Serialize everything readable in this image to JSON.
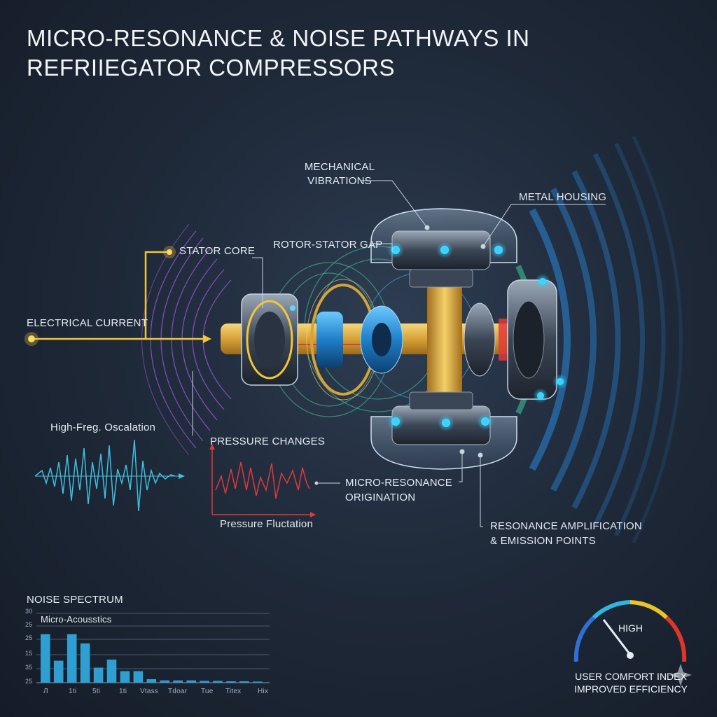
{
  "title": {
    "line1": "MICRO-RESONANCE & NOISE PATHWAYS IN",
    "line2": "REFRIIEGATOR COMPRESSORS"
  },
  "labels": {
    "mechanical_vibrations_1": "MECHANICAL",
    "mechanical_vibrations_2": "VIBRATIONS",
    "metal_housing": "METAL HOUSING",
    "rotor_stator_gap": "ROTOR-STATOR GAP",
    "stator_core": "STATOR CORE",
    "electrical_current": "ELECTRICAL CURRENT",
    "high_freq_oscillation": "High-Freg. Oscalation",
    "pressure_changes": "PRESSURE CHANGES",
    "pressure_fluctuation": "Pressure Fluctation",
    "micro_resonance_1": "MICRO-RESONANCE",
    "micro_resonance_2": "ORIGINATION",
    "resonance_amp_1": "RESONANCE AMPLIFICATION",
    "resonance_amp_2": "& EMISSION POINTS"
  },
  "noise_spectrum": {
    "title": "NOISE SPECTRUM",
    "subtitle": "Micro-Acousstics",
    "y_ticks": [
      "30",
      "25",
      "25",
      "15",
      "35",
      "25"
    ],
    "x_ticks": [
      "Л",
      "1ti",
      "5ti",
      "1ti",
      "Vtass",
      "Tdoar",
      "Tue",
      "Titex",
      "Hix"
    ]
  },
  "gauge": {
    "level_label": "HIGH",
    "caption_1": "USER COMFORT INDEX",
    "caption_2": "IMPROVED EFFICIENCY",
    "colors": [
      "#2f6fd6",
      "#2fb6e0",
      "#e8c42a",
      "#e0352b"
    ]
  },
  "colors": {
    "electrical": "#f2c53a",
    "stator_waves": "#b25cf0",
    "gap_waves": "#3fd6a0",
    "housing_waves": "#2a86d8",
    "pressure_trace": "#e03a3a",
    "oscillation_trace": "#3fc0e0",
    "bars": "#2e9fd0"
  },
  "chart_data": {
    "type": "bar",
    "title": "NOISE SPECTRUM",
    "subtitle": "Micro-Acousstics",
    "categories": [
      "Л",
      "",
      "1ti",
      "",
      "5ti",
      "",
      "1ti",
      "",
      "Vtass",
      "",
      "Tdoar",
      "",
      "Tue",
      "",
      "Titex",
      "",
      "Hix"
    ],
    "values": [
      21,
      9.5,
      21,
      17,
      6.5,
      10,
      5,
      5,
      1.5,
      1,
      1,
      1,
      0.8,
      0.8,
      0.6,
      0.6,
      0.5
    ],
    "ylim": [
      0,
      30
    ]
  }
}
